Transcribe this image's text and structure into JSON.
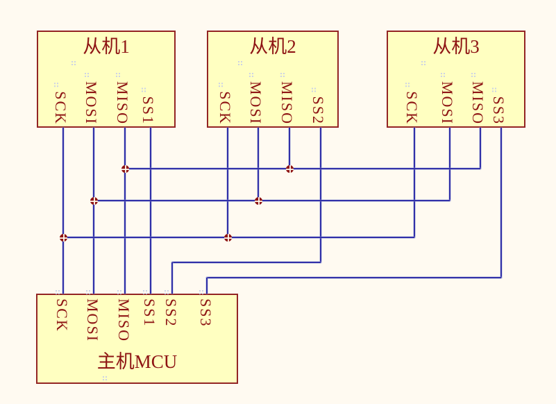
{
  "blocks": [
    {
      "id": "slave1",
      "title": "从机1",
      "pins": [
        "SCK",
        "MOSI",
        "MISO",
        "SS1"
      ]
    },
    {
      "id": "slave2",
      "title": "从机2",
      "pins": [
        "SCK",
        "MOSI",
        "MISO",
        "SS2"
      ]
    },
    {
      "id": "slave3",
      "title": "从机3",
      "pins": [
        "SCK",
        "MOSI",
        "MISO",
        "SS3"
      ]
    },
    {
      "id": "master",
      "title": "主机MCU",
      "pins": [
        "SCK",
        "MOSI",
        "MISO",
        "SS1",
        "SS2",
        "SS3"
      ]
    }
  ],
  "nets": [
    {
      "name": "SCK",
      "connects": [
        "主机MCU.SCK",
        "从机1.SCK",
        "从机2.SCK",
        "从机3.SCK"
      ]
    },
    {
      "name": "MOSI",
      "connects": [
        "主机MCU.MOSI",
        "从机1.MOSI",
        "从机2.MOSI",
        "从机3.MOSI"
      ]
    },
    {
      "name": "MISO",
      "connects": [
        "主机MCU.MISO",
        "从机1.MISO",
        "从机2.MISO",
        "从机3.MISO"
      ]
    },
    {
      "name": "SS1",
      "connects": [
        "主机MCU.SS1",
        "从机1.SS1"
      ]
    },
    {
      "name": "SS2",
      "connects": [
        "主机MCU.SS2",
        "从机2.SS2"
      ]
    },
    {
      "name": "SS3",
      "connects": [
        "主机MCU.SS3",
        "从机3.SS3"
      ]
    }
  ],
  "colors": {
    "background": "#FFFAF1",
    "block_fill": "#FFFFC1",
    "block_border": "#932424",
    "text": "#8E1414",
    "wire": "#3030A8",
    "junction": "#8E1414"
  }
}
